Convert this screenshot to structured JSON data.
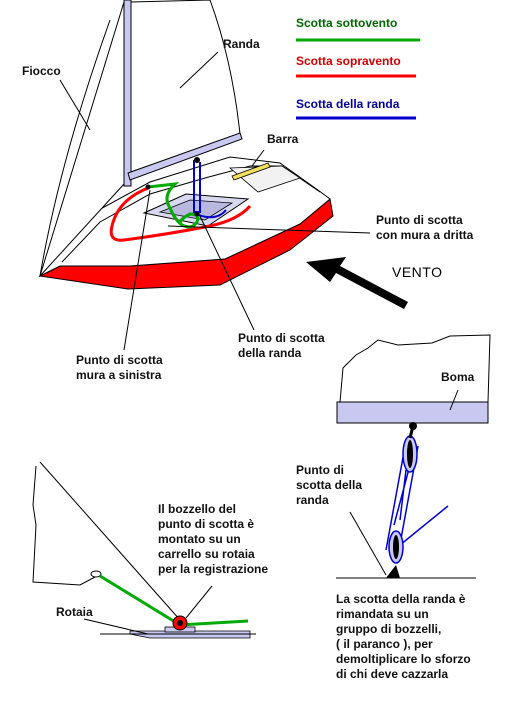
{
  "legend": [
    {
      "label": "Scotta sottovento",
      "color": "#00aa00"
    },
    {
      "label": "Scotta sopravento",
      "color": "#ff0000"
    },
    {
      "label": "Scotta della randa",
      "color": "#0000cc"
    }
  ],
  "labels": {
    "fiocco": "Fiocco",
    "randa": "Randa",
    "barra": "Barra",
    "punto_dritta": "Punto di scotta\ncon mura a dritta",
    "vento": "VENTO",
    "punto_randa": "Punto di scotta\ndella randa",
    "punto_sinistra": "Punto di scotta\nmura a sinistra",
    "boma": "Boma",
    "punto_randa_detail": "Punto di\nscotta della\nranda",
    "bozzello": "Il bozzello del\npunto di scotta è\nmontato su un\ncarrello su rotaia\nper la registrazione",
    "rotaia": "Rotaia",
    "paranco": "La scotta della randa è\nrimandata su un\ngruppo di bozzelli,\n( il paranco ), per\ndemoltiplicare lo sforzo\ndi chi deve cazzarla"
  },
  "colors": {
    "hull": "#ff0000",
    "green_sheet": "#00aa00",
    "red_sheet": "#ff0000",
    "blue_sheet": "#0000cc",
    "spar": "#c8c8f0",
    "tiller": "#f0e060"
  }
}
